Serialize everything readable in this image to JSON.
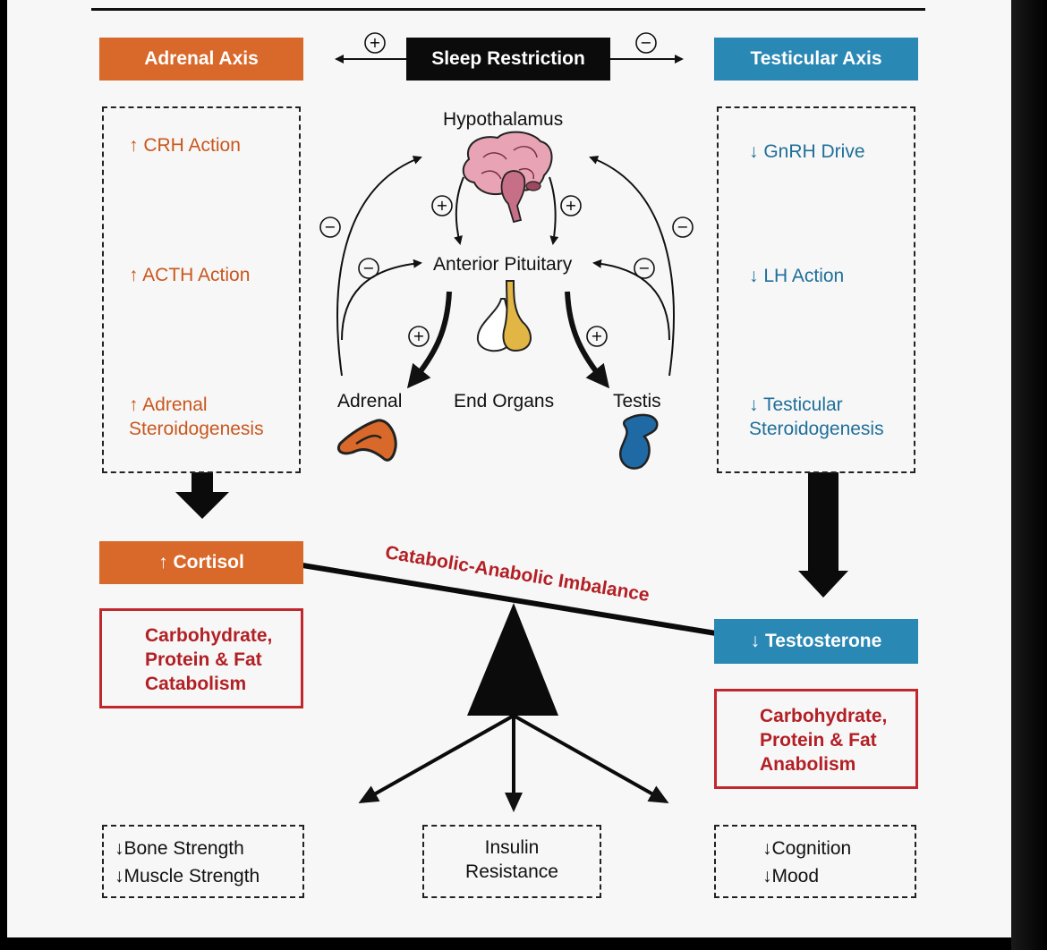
{
  "header": {
    "adrenal_axis": "Adrenal Axis",
    "sleep_restriction": "Sleep Restriction",
    "testicular_axis": "Testicular Axis",
    "left_sign": "+",
    "right_sign": "−"
  },
  "adrenal_box": {
    "item1": "↑ CRH Action",
    "item2": "↑ ACTH Action",
    "item3_line1": "↑ Adrenal",
    "item3_line2": "Steroidogenesis"
  },
  "testicular_box": {
    "item1": "↓ GnRH Drive",
    "item2": "↓ LH Action",
    "item3_line1": "↓ Testicular",
    "item3_line2": "Steroidogenesis"
  },
  "center": {
    "hypothalamus": "Hypothalamus",
    "anterior_pituitary": "Anterior Pituitary",
    "adrenal": "Adrenal",
    "end_organs": "End Organs",
    "testis": "Testis"
  },
  "balance": {
    "cortisol": "↑ Cortisol",
    "testosterone": "↓ Testosterone",
    "beam_label": "Catabolic-Anabolic Imbalance"
  },
  "catabolism": {
    "line1": "Carbohydrate,",
    "line2": "Protein & Fat",
    "line3": "Catabolism"
  },
  "anabolism": {
    "line1": "Carbohydrate,",
    "line2": "Protein & Fat",
    "line3": "Anabolism"
  },
  "outcomes": {
    "left_line1": "↓Bone Strength",
    "left_line2": "↓Muscle Strength",
    "middle_line1": "Insulin",
    "middle_line2": "Resistance",
    "right_line1": "↓Cognition",
    "right_line2": "↓Mood"
  },
  "colors": {
    "adrenal_orange": "#d9692a",
    "testicular_blue": "#2a88b5",
    "imbalance_red": "#b22025"
  }
}
